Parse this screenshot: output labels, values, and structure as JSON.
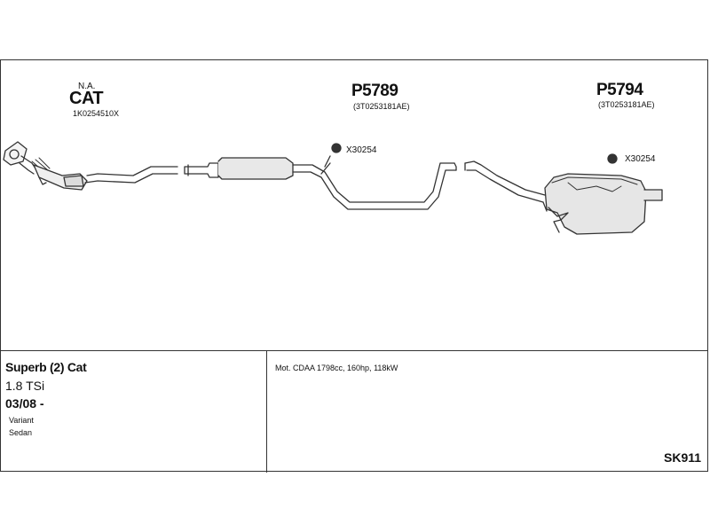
{
  "parts": {
    "cat": {
      "note": "N.A.",
      "title": "CAT",
      "number": "1K0254510X"
    },
    "middle": {
      "title": "P5789",
      "number": "(3T0253181AE)"
    },
    "rear": {
      "title": "P5794",
      "number": "(3T0253181AE)"
    }
  },
  "clamps": [
    {
      "label": "X30254"
    },
    {
      "label": "X30254"
    }
  ],
  "vehicle": {
    "model": "Superb (2) Cat",
    "engine": "1.8 TSi",
    "date": "03/08 -",
    "body_1": "Variant",
    "body_2": "Sedan"
  },
  "motor": "Mot. CDAA 1798cc, 160hp, 118kW",
  "kit_code": "SK911"
}
